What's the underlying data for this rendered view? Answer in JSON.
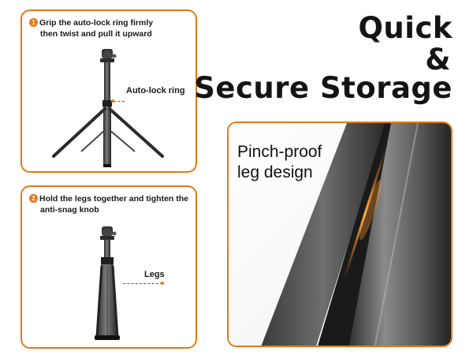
{
  "colors": {
    "accent": "#e67817",
    "text": "#141414",
    "panel_border": "#e67817"
  },
  "headline": {
    "line1": "Quick",
    "line2": "&",
    "line3": "Secure Storage"
  },
  "step1": {
    "number": "1",
    "line1": "Grip the auto-lock ring firmly",
    "line2": "then twist and pull it upward",
    "callout": "Auto-lock ring"
  },
  "step2": {
    "number": "2",
    "line1": "Hold the legs together and tighten the",
    "line2": "anti-snag knob",
    "callout": "Legs"
  },
  "feature": {
    "line1": "Pinch-proof",
    "line2": "leg design"
  }
}
